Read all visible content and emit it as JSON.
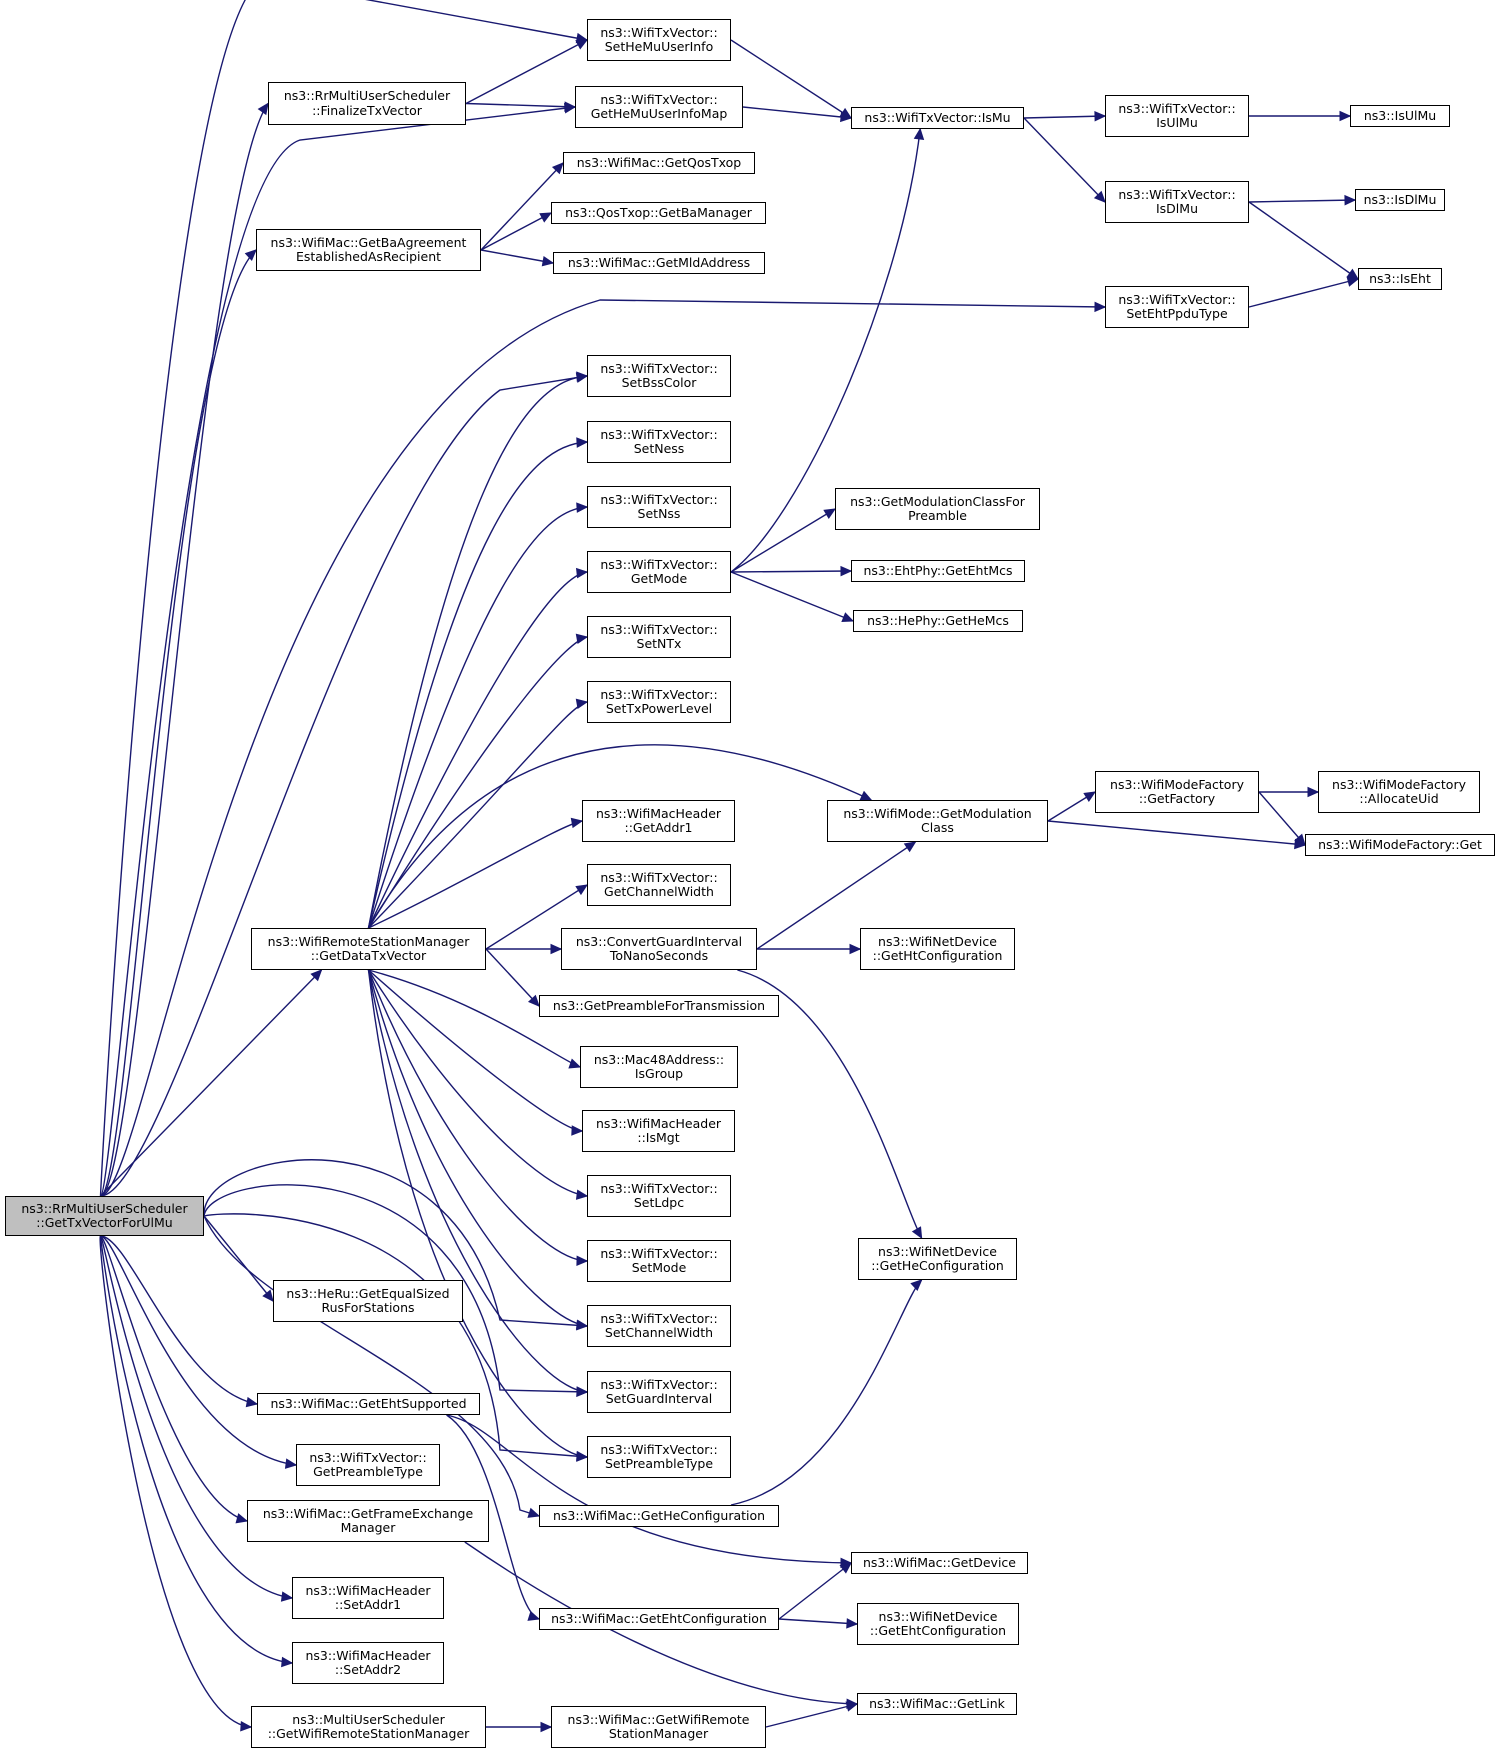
{
  "colors": {
    "edge": "#191970",
    "node_border": "#000000",
    "node_fill": "#ffffff",
    "root_fill": "#bfbfbf"
  },
  "nodes": {
    "root": {
      "lines": [
        "ns3::RrMultiUserScheduler",
        "::GetTxVectorForUlMu"
      ]
    },
    "finalize": {
      "lines": [
        "ns3::RrMultiUserScheduler",
        "::FinalizeTxVector"
      ]
    },
    "getba": {
      "lines": [
        "ns3::WifiMac::GetBaAgreement",
        "EstablishedAsRecipient"
      ]
    },
    "getdatatx": {
      "lines": [
        "ns3::WifiRemoteStationManager",
        "::GetDataTxVector"
      ]
    },
    "getequal": {
      "lines": [
        "ns3::HeRu::GetEqualSized",
        "RusForStations"
      ]
    },
    "getehtsup": {
      "lines": [
        "ns3::WifiMac::GetEhtSupported"
      ]
    },
    "getpreamtype": {
      "lines": [
        "ns3::WifiTxVector::",
        "GetPreambleType"
      ]
    },
    "getfem": {
      "lines": [
        "ns3::WifiMac::GetFrameExchange",
        "Manager"
      ]
    },
    "setaddr1": {
      "lines": [
        "ns3::WifiMacHeader",
        "::SetAddr1"
      ]
    },
    "setaddr2": {
      "lines": [
        "ns3::WifiMacHeader",
        "::SetAddr2"
      ]
    },
    "getwrsm": {
      "lines": [
        "ns3::MultiUserScheduler",
        "::GetWifiRemoteStationManager"
      ]
    },
    "sethemu": {
      "lines": [
        "ns3::WifiTxVector::",
        "SetHeMuUserInfo"
      ]
    },
    "gethemumap": {
      "lines": [
        "ns3::WifiTxVector::",
        "GetHeMuUserInfoMap"
      ]
    },
    "getqostxop": {
      "lines": [
        "ns3::WifiMac::GetQosTxop"
      ]
    },
    "getbamgr": {
      "lines": [
        "ns3::QosTxop::GetBaManager"
      ]
    },
    "getmld": {
      "lines": [
        "ns3::WifiMac::GetMldAddress"
      ]
    },
    "setbss": {
      "lines": [
        "ns3::WifiTxVector::",
        "SetBssColor"
      ]
    },
    "setness": {
      "lines": [
        "ns3::WifiTxVector::",
        "SetNess"
      ]
    },
    "setnss": {
      "lines": [
        "ns3::WifiTxVector::",
        "SetNss"
      ]
    },
    "getmode": {
      "lines": [
        "ns3::WifiTxVector::",
        "GetMode"
      ]
    },
    "setntx": {
      "lines": [
        "ns3::WifiTxVector::",
        "SetNTx"
      ]
    },
    "settxpower": {
      "lines": [
        "ns3::WifiTxVector::",
        "SetTxPowerLevel"
      ]
    },
    "getaddr1": {
      "lines": [
        "ns3::WifiMacHeader",
        "::GetAddr1"
      ]
    },
    "getchw": {
      "lines": [
        "ns3::WifiTxVector::",
        "GetChannelWidth"
      ]
    },
    "convgi": {
      "lines": [
        "ns3::ConvertGuardInterval",
        "ToNanoSeconds"
      ]
    },
    "getpreamtx": {
      "lines": [
        "ns3::GetPreambleForTransmission"
      ]
    },
    "isgroup": {
      "lines": [
        "ns3::Mac48Address::",
        "IsGroup"
      ]
    },
    "ismgt": {
      "lines": [
        "ns3::WifiMacHeader",
        "::IsMgt"
      ]
    },
    "setldpc": {
      "lines": [
        "ns3::WifiTxVector::",
        "SetLdpc"
      ]
    },
    "setmode": {
      "lines": [
        "ns3::WifiTxVector::",
        "SetMode"
      ]
    },
    "setchw": {
      "lines": [
        "ns3::WifiTxVector::",
        "SetChannelWidth"
      ]
    },
    "setgi": {
      "lines": [
        "ns3::WifiTxVector::",
        "SetGuardInterval"
      ]
    },
    "setpreamtype": {
      "lines": [
        "ns3::WifiTxVector::",
        "SetPreambleType"
      ]
    },
    "getheconfmac": {
      "lines": [
        "ns3::WifiMac::GetHeConfiguration"
      ]
    },
    "getehtconfmac": {
      "lines": [
        "ns3::WifiMac::GetEhtConfiguration"
      ]
    },
    "getwrsmmac": {
      "lines": [
        "ns3::WifiMac::GetWifiRemote",
        "StationManager"
      ]
    },
    "ismu": {
      "lines": [
        "ns3::WifiTxVector::IsMu"
      ]
    },
    "getmodclass": {
      "lines": [
        "ns3::GetModulationClassFor",
        "Preamble"
      ]
    },
    "getehtmcs": {
      "lines": [
        "ns3::EhtPhy::GetEhtMcs"
      ]
    },
    "gethemcs": {
      "lines": [
        "ns3::HePhy::GetHeMcs"
      ]
    },
    "modegetmodclass": {
      "lines": [
        "ns3::WifiMode::GetModulation",
        "Class"
      ]
    },
    "gethtconf": {
      "lines": [
        "ns3::WifiNetDevice",
        "::GetHtConfiguration"
      ]
    },
    "getheconfdev": {
      "lines": [
        "ns3::WifiNetDevice",
        "::GetHeConfiguration"
      ]
    },
    "getdevice": {
      "lines": [
        "ns3::WifiMac::GetDevice"
      ]
    },
    "getehtconfdev": {
      "lines": [
        "ns3::WifiNetDevice",
        "::GetEhtConfiguration"
      ]
    },
    "getlink": {
      "lines": [
        "ns3::WifiMac::GetLink"
      ]
    },
    "isulmu_v": {
      "lines": [
        "ns3::WifiTxVector::",
        "IsUlMu"
      ]
    },
    "isdlmu_v": {
      "lines": [
        "ns3::WifiTxVector::",
        "IsDlMu"
      ]
    },
    "setehtppdu": {
      "lines": [
        "ns3::WifiTxVector::",
        "SetEhtPpduType"
      ]
    },
    "getfactory": {
      "lines": [
        "ns3::WifiModeFactory",
        "::GetFactory"
      ]
    },
    "isulmu": {
      "lines": [
        "ns3::IsUlMu"
      ]
    },
    "isdlmu": {
      "lines": [
        "ns3::IsDlMu"
      ]
    },
    "iseht": {
      "lines": [
        "ns3::IsEht"
      ]
    },
    "allocuid": {
      "lines": [
        "ns3::WifiModeFactory",
        "::AllocateUid"
      ]
    },
    "mfget": {
      "lines": [
        "ns3::WifiModeFactory::Get"
      ]
    }
  }
}
